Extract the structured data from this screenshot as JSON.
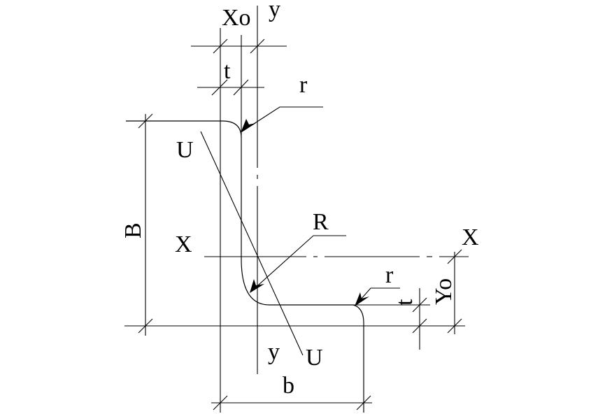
{
  "labels": {
    "xo": "Xo",
    "y_top": "y",
    "t_top": "t",
    "r_top": "r",
    "u_top": "U",
    "b_height": "B",
    "x_left": "X",
    "r_fillet": "R",
    "x_right": "X",
    "r_bottom": "r",
    "t_right": "t",
    "yo": "Yo",
    "y_bottom": "y",
    "u_bottom": "U",
    "b_width": "b"
  }
}
